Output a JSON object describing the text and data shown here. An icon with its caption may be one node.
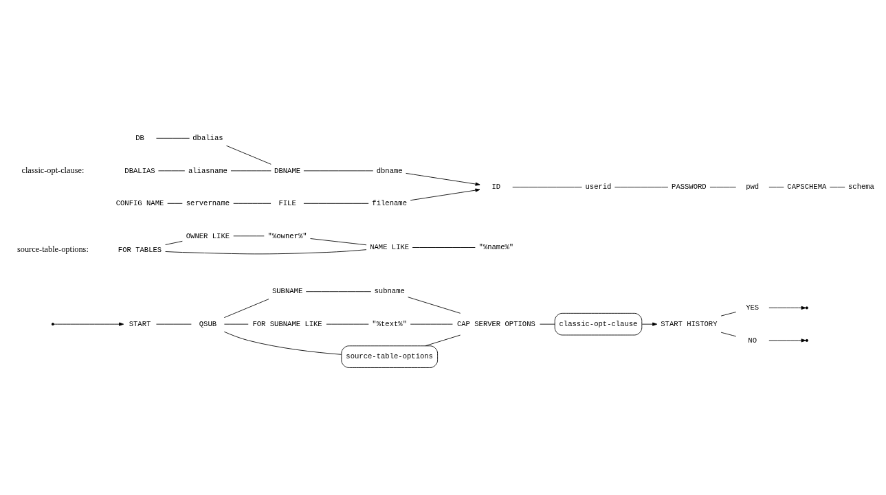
{
  "diagram": {
    "nodes": [
      {
        "text": [
          "START"
        ]
      },
      {
        "text": [
          "QSUB"
        ]
      },
      {
        "text": [
          "SUBNAME"
        ]
      },
      {
        "text": [
          "subname"
        ]
      },
      {
        "text": [
          "FOR SUBNAME LIKE"
        ]
      },
      {
        "text": [
          "\"%text%\""
        ]
      },
      {
        "text": [
          "source-table-options"
        ]
      },
      {
        "text": [
          "CAP SERVER OPTIONS"
        ]
      },
      {
        "text": [
          "classic-opt-clause"
        ]
      },
      {
        "text": [
          "START HISTORY"
        ]
      },
      {
        "text": [
          "YES"
        ]
      },
      {
        "text": [
          "NO"
        ]
      },
      {
        "text": [
          "FOR TABLES"
        ]
      },
      {
        "text": [
          "OWNER LIKE"
        ]
      },
      {
        "text": [
          "\"%owner%\""
        ]
      },
      {
        "text": [
          "NAME LIKE"
        ]
      },
      {
        "text": [
          "\"%name%\""
        ]
      },
      {
        "text": [
          "DB"
        ]
      },
      {
        "text": [
          "dbalias"
        ]
      },
      {
        "text": [
          "DBALIAS"
        ]
      },
      {
        "text": [
          "aliasname"
        ]
      },
      {
        "text": [
          "DBNAME"
        ]
      },
      {
        "text": [
          "dbname"
        ]
      },
      {
        "text": [
          "CONFIG NAME"
        ]
      },
      {
        "text": [
          "servername"
        ]
      },
      {
        "text": [
          "FILE"
        ]
      },
      {
        "text": [
          "filename"
        ]
      },
      {
        "text": [
          "ID"
        ]
      },
      {
        "text": [
          "userid"
        ]
      },
      {
        "text": [
          "PASSWORD"
        ]
      },
      {
        "text": [
          "pwd"
        ]
      },
      {
        "text": [
          "CAPSCHEMA"
        ]
      },
      {
        "text": [
          "schema"
        ]
      }
    ],
    "edges": [
      {
        "from": null,
        "to": 0,
        "arrow": "to"
      },
      {
        "from": 0,
        "to": 1,
        "arrow": "none"
      },
      {
        "from": 1,
        "to": 2,
        "arrow": "none"
      },
      {
        "from": 1,
        "to": 4,
        "arrow": "none"
      },
      {
        "from": 1,
        "to": 6,
        "arrow": "none"
      },
      {
        "from": 2,
        "to": 3,
        "arrow": "none"
      },
      {
        "from": 4,
        "to": 5,
        "arrow": "none"
      },
      {
        "from": 3,
        "to": 7,
        "arrow": "none"
      },
      {
        "from": 5,
        "to": 7,
        "arrow": "none"
      },
      {
        "from": 6,
        "to": 7,
        "arrow": "none"
      },
      {
        "from": 7,
        "to": 8,
        "arrow": "none"
      },
      {
        "from": 8,
        "to": 9,
        "arrow": "to"
      },
      {
        "from": 9,
        "to": 10,
        "arrow": "none"
      },
      {
        "from": 9,
        "to": 11,
        "arrow": "none"
      },
      {
        "from": 10,
        "to": null,
        "arrow": "to"
      },
      {
        "from": 11,
        "to": null,
        "arrow": "to"
      },
      {
        "from": 12,
        "to": 13,
        "arrow": "none"
      },
      {
        "from": 13,
        "to": 14,
        "arrow": "none"
      },
      {
        "from": 14,
        "to": 15,
        "arrow": "none"
      },
      {
        "from": 12,
        "to": 15,
        "arrow": "none"
      },
      {
        "from": 15,
        "to": 16,
        "arrow": "none"
      },
      {
        "from": 17,
        "to": 18,
        "arrow": "none"
      },
      {
        "from": 19,
        "to": 20,
        "arrow": "none"
      },
      {
        "from": 18,
        "to": 21,
        "arrow": "none"
      },
      {
        "from": 20,
        "to": 21,
        "arrow": "none"
      },
      {
        "from": 21,
        "to": 22,
        "arrow": "none"
      },
      {
        "from": 23,
        "to": 24,
        "arrow": "none"
      },
      {
        "from": 24,
        "to": 25,
        "arrow": "none"
      },
      {
        "from": 25,
        "to": 26,
        "arrow": "none"
      },
      {
        "from": 22,
        "to": 27,
        "arrow": "to"
      },
      {
        "from": 26,
        "to": 27,
        "arrow": "to"
      },
      {
        "from": 27,
        "to": 28,
        "arrow": "none"
      },
      {
        "from": 28,
        "to": 29,
        "arrow": "none"
      },
      {
        "from": 29,
        "to": 30,
        "arrow": "none"
      },
      {
        "from": 30,
        "to": 31,
        "arrow": "none"
      },
      {
        "from": 31,
        "to": 32,
        "arrow": "none"
      }
    ],
    "labels": [
      "source-table-options:",
      "classic-opt-clause:"
    ]
  }
}
